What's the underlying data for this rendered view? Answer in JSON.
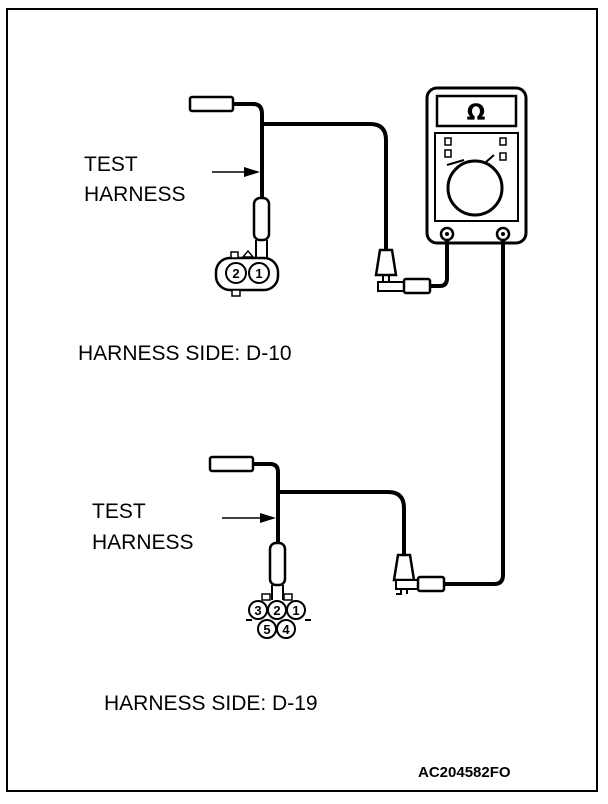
{
  "top_connector": {
    "label_line1": "TEST",
    "label_line2": "HARNESS",
    "pins": [
      "2",
      "1"
    ],
    "side_label": "HARNESS SIDE: D-10"
  },
  "bottom_connector": {
    "label_line1": "TEST",
    "label_line2": "HARNESS",
    "pins": [
      "3",
      "2",
      "1",
      "5",
      "4"
    ],
    "side_label": "HARNESS SIDE: D-19"
  },
  "meter": {
    "display_symbol": "Ω"
  },
  "figure_code": "AC204582FO"
}
